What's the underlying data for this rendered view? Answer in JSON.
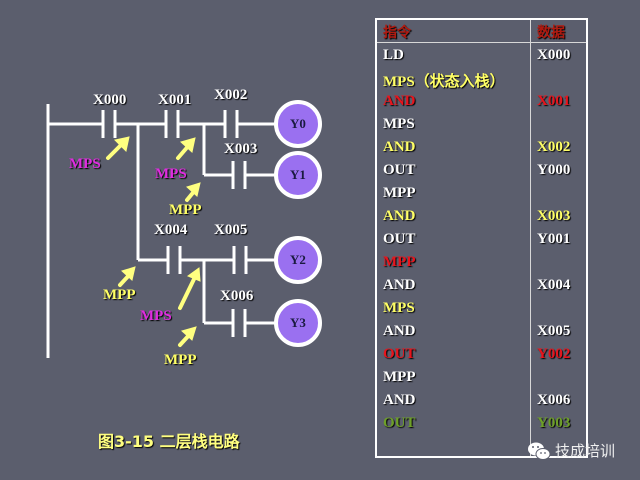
{
  "diagram": {
    "contacts": [
      {
        "id": "X000",
        "label": "X000"
      },
      {
        "id": "X001",
        "label": "X001"
      },
      {
        "id": "X002",
        "label": "X002"
      },
      {
        "id": "X003",
        "label": "X003"
      },
      {
        "id": "X004",
        "label": "X004"
      },
      {
        "id": "X005",
        "label": "X005"
      },
      {
        "id": "X006",
        "label": "X006"
      }
    ],
    "coils": [
      {
        "id": "Y0",
        "label": "Y0"
      },
      {
        "id": "Y1",
        "label": "Y1"
      },
      {
        "id": "Y2",
        "label": "Y2"
      },
      {
        "id": "Y3",
        "label": "Y3"
      }
    ],
    "annotations": [
      {
        "label": "MPS",
        "color": "magenta"
      },
      {
        "label": "MPS",
        "color": "magenta"
      },
      {
        "label": "MPP",
        "color": "yellow"
      },
      {
        "label": "MPP",
        "color": "yellow"
      },
      {
        "label": "MPS",
        "color": "magenta"
      },
      {
        "label": "MPP",
        "color": "yellow"
      }
    ],
    "caption": "图3-15  二层栈电路"
  },
  "table": {
    "header": {
      "command": "指令",
      "data": "数据"
    },
    "rows": [
      {
        "command": "LD",
        "data": "X000",
        "color": "white"
      },
      {
        "command": "MPS（状态入栈）",
        "data": "",
        "color": "yellow"
      },
      {
        "command": "AND",
        "data": "X001",
        "color": "red"
      },
      {
        "command": "MPS",
        "data": "",
        "color": "white"
      },
      {
        "command": "AND",
        "data": "X002",
        "color": "yellow"
      },
      {
        "command": "OUT",
        "data": "Y000",
        "color": "white"
      },
      {
        "command": "MPP",
        "data": "",
        "color": "white"
      },
      {
        "command": "AND",
        "data": "X003",
        "color": "yellow"
      },
      {
        "command": "OUT",
        "data": "Y001",
        "color": "white"
      },
      {
        "command": "MPP",
        "data": "",
        "color": "red"
      },
      {
        "command": "AND",
        "data": "X004",
        "color": "white"
      },
      {
        "command": "MPS",
        "data": "",
        "color": "yellow"
      },
      {
        "command": "AND",
        "data": "X005",
        "color": "white"
      },
      {
        "command": "OUT",
        "data": "Y002",
        "color": "red"
      },
      {
        "command": "MPP",
        "data": "",
        "color": "white"
      },
      {
        "command": "AND",
        "data": "X006",
        "color": "white"
      },
      {
        "command": "OUT",
        "data": "Y003",
        "color": "green"
      }
    ]
  },
  "watermark": {
    "text": "技成培训",
    "icon": "wechat-icon"
  },
  "colors": {
    "background": "#5b5e6d",
    "coil_fill": "#9a70f0",
    "yellow": "#ffff66",
    "red": "#e8141c",
    "magenta": "#e02ce0",
    "green": "#6ea028"
  }
}
